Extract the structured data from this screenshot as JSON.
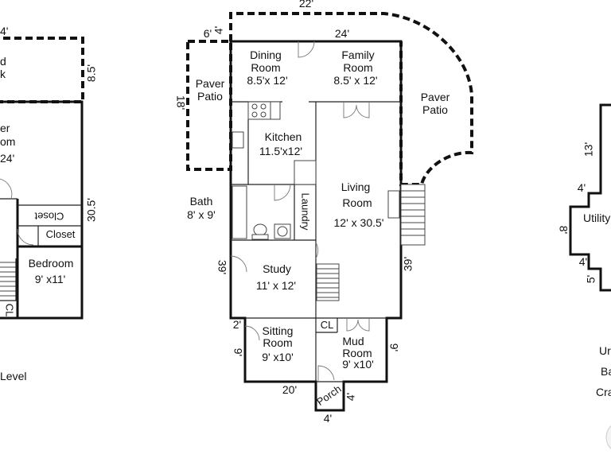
{
  "rooms": {
    "dining": {
      "name_l1": "Dining",
      "name_l2": "Room",
      "size": "8.5'x 12'"
    },
    "family": {
      "name_l1": "Family",
      "name_l2": "Room",
      "size": "8.5' x 12'"
    },
    "paver_left": {
      "name_l1": "Paver",
      "name_l2": "Patio"
    },
    "paver_right": {
      "name_l1": "Paver",
      "name_l2": "Patio"
    },
    "kitchen": {
      "name": "Kitchen",
      "size": "11.5'x12'"
    },
    "bath": {
      "name": "Bath",
      "size": "8' x 9'"
    },
    "laundry": {
      "name": "Laundry"
    },
    "living": {
      "name_l1": "Living",
      "name_l2": "Room",
      "size": "12' x 30.5'"
    },
    "study": {
      "name": "Study",
      "size": "11' x 12'"
    },
    "sitting": {
      "name_l1": "Sitting",
      "name_l2": "Room",
      "size": "9' x10'"
    },
    "mud": {
      "name_l1": "Mud",
      "name_l2": "Room",
      "size": "9' x10'"
    },
    "cl_main": {
      "name": "CL"
    },
    "porch": {
      "name": "Porch"
    },
    "left_bedroom": {
      "name": "Bedroom",
      "size": "9' x11'"
    },
    "left_closet_a": {
      "name": "Closet"
    },
    "left_closet_b": {
      "name": "Closet"
    },
    "left_cl": {
      "name": "CL"
    },
    "left_partial_1": {
      "name": "d"
    },
    "left_partial_2": {
      "name": "k"
    },
    "left_partial_3": {
      "name": "er"
    },
    "left_partial_4": {
      "name": "om"
    },
    "left_partial_5": {
      "name": "24'"
    },
    "left_level": {
      "name": "Level"
    },
    "right_utility": {
      "name": "Utility"
    },
    "right_partial_1": {
      "name": "Ur"
    },
    "right_partial_2": {
      "name": "Ba"
    },
    "right_partial_3": {
      "name": "Cra"
    }
  },
  "dimensions": {
    "top_22": "22'",
    "top_24": "24'",
    "left_6": "6'",
    "left_4": "4'",
    "left_18": "18'",
    "left_39": "39'",
    "right_39": "39'",
    "left_2": "2'",
    "left_9": "9'",
    "right_9": "9'",
    "bottom_20": "20'",
    "porch_4_right": "4'",
    "porch_4_bottom": "4'",
    "left_plan_4": "4'",
    "left_plan_8_5": "8.5'",
    "left_plan_30_5": "30.5'",
    "right_plan_13": "13'",
    "right_plan_4a": "4'",
    "right_plan_8": "8'",
    "right_plan_4b": "4'",
    "right_plan_5": "5'"
  }
}
